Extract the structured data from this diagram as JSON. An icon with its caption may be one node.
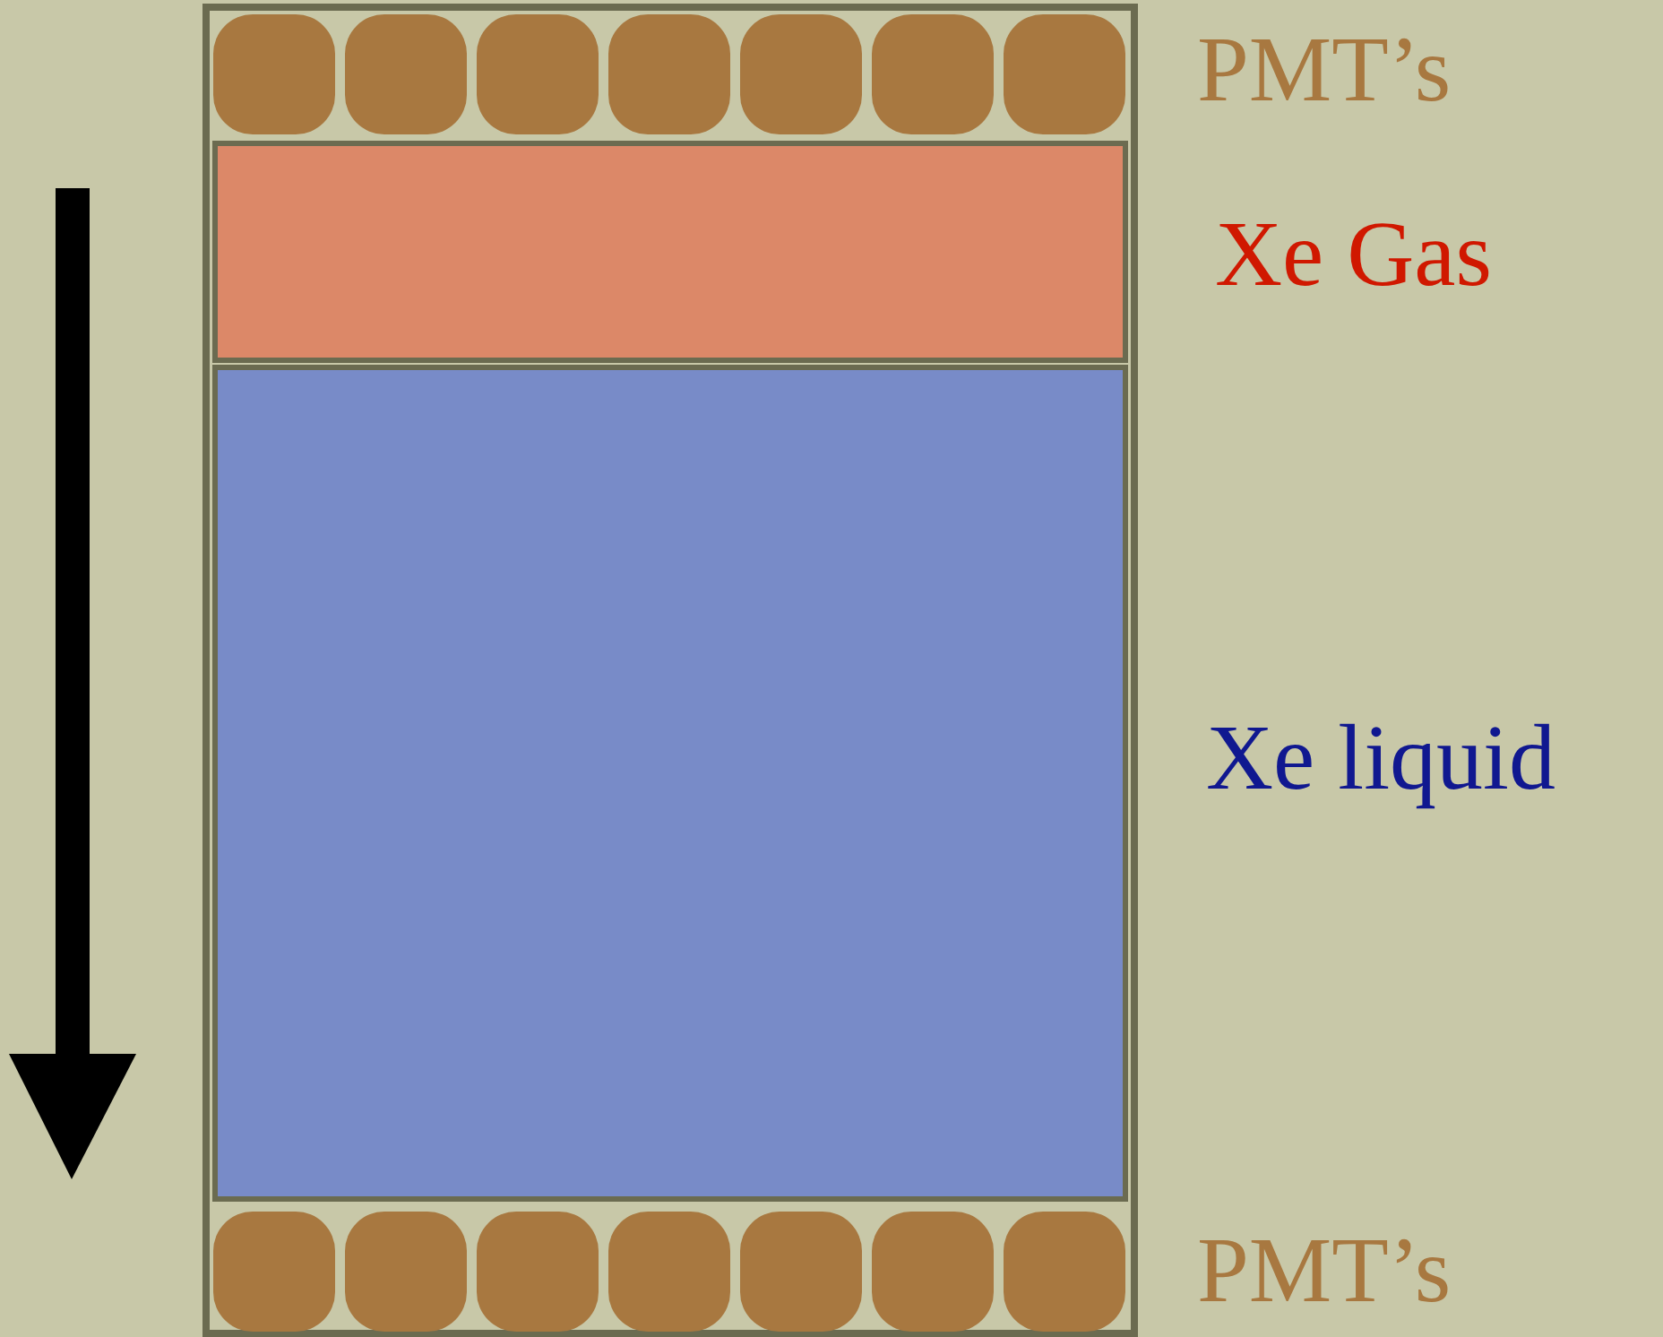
{
  "diagram": {
    "labels": [
      "PMT’s",
      "Xe Gas",
      "Xe liquid",
      "PMT’s"
    ]
  }
}
